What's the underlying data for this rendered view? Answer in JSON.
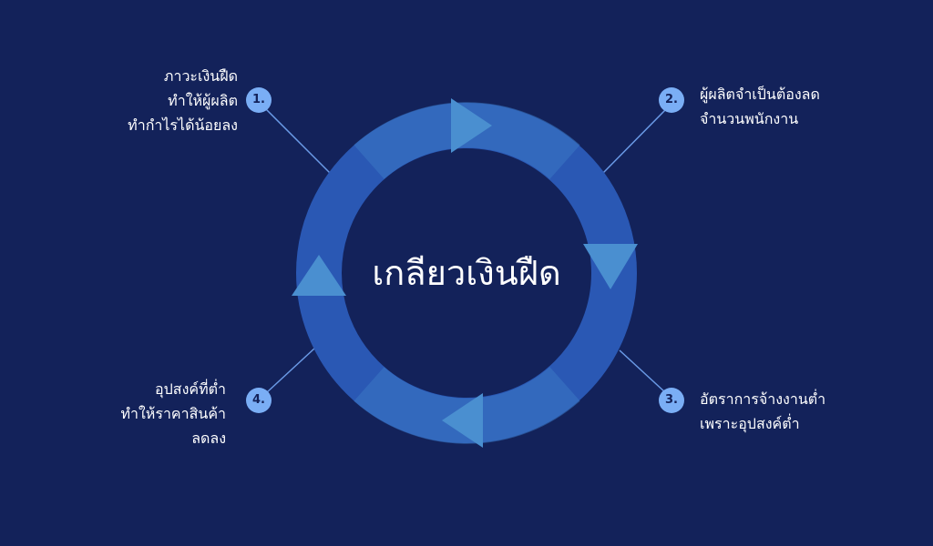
{
  "center_title": "เกลียวเงินฝืด",
  "colors": {
    "background": "#13225a",
    "ring_dark": "#2a58b4",
    "ring_light": "#4a8fd0",
    "badge": "#7aaef5",
    "connector": "#6a9ae6"
  },
  "steps": [
    {
      "number": "1.",
      "lines": [
        "ภาวะเงินฝืด",
        "ทำให้ผู้ผลิต",
        "ทำกำไรได้น้อยลง"
      ]
    },
    {
      "number": "2.",
      "lines": [
        "ผู้ผลิตจำเป็นต้องลด",
        "จำนวนพนักงาน"
      ]
    },
    {
      "number": "3.",
      "lines": [
        "อัตราการจ้างงานต่ำ",
        "เพราะอุปสงค์ต่ำ"
      ]
    },
    {
      "number": "4.",
      "lines": [
        "อุปสงค์ที่ต่ำ",
        "ทำให้ราคาสินค้า",
        "ลดลง"
      ]
    }
  ]
}
